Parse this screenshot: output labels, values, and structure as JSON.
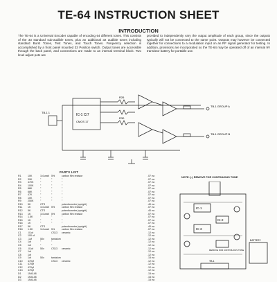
{
  "document": {
    "title": "TE-64 INSTRUCTION SHEET",
    "section": "INTRODUCTION",
    "intro_left": "The TE-64 is a Universal Encoder capable of encoding 64 different tones. This consists of the 33 standard sub-audible tones, plus an additional 32 audible tones including standard Burst Tones, Test Tones, and Touch Tones. Frequency selection is accomplished by a front panel mounted 33 Position switch. Output tones are accessible through the back panel, and connections are made to an internal terminal block. Two level adjust pots are",
    "intro_right": "provided to independently vary the output amplitude of each group, since the outputs typically will not be connected to the same point. Outputs may however be connected together for connections to a modulation input on an RF signal generator for testing. In addition, provisions are incorporated so the TE-64 may be operated off of an internal 9V transistor battery for portable use."
  },
  "schematic": {
    "labels": {
      "ic": "IC-1 C/7",
      "cmos": "CMOS 17",
      "tb_in": "TB-1 1",
      "out1": "TB-1 GROUP A",
      "out2": "TB-1 GROUP B",
      "r26": "R26",
      "r30": "R30"
    },
    "note": "NOTE: (-) REMOVE FOR CONTINUOUS TONE"
  },
  "parts_list": {
    "title": "PARTS LIST",
    "rows": [
      {
        "ref": "R1",
        "val": "10K",
        "rating": "1/4 watt",
        "tol": "5%",
        "type": "carbon film resistor",
        "price": ".07 ea"
      },
      {
        "ref": "R2",
        "val": "39K",
        "rating": "\"",
        "tol": "\"",
        "type": "\"",
        "price": ".07 ea"
      },
      {
        "ref": "R3",
        "val": "470K",
        "rating": "\"",
        "tol": "\"",
        "type": "\"",
        "price": ".07 ea"
      },
      {
        "ref": "R4",
        "val": "100K",
        "rating": "\"",
        "tol": "\"",
        "type": "\"",
        "price": ".07 ea"
      },
      {
        "ref": "R5",
        "val": "68K",
        "rating": "\"",
        "tol": "\"",
        "type": "\"",
        "price": ".07 ea"
      },
      {
        "ref": "R6",
        "val": "68K",
        "rating": "\"",
        "tol": "\"",
        "type": "\"",
        "price": ".07 ea"
      },
      {
        "ref": "R7",
        "val": "47K",
        "rating": "\"",
        "tol": "\"",
        "type": "\"",
        "price": ".07 ea"
      },
      {
        "ref": "R8",
        "val": "10K",
        "rating": "\"",
        "tol": "\"",
        "type": "\"",
        "price": ".07 ea"
      },
      {
        "ref": "R9",
        "val": "250K",
        "rating": "\"",
        "tol": "\"",
        "type": "\"",
        "price": ".07 ea"
      },
      {
        "ref": "R10",
        "val": "5K",
        "rating": "CTS",
        "tol": "",
        "type": "potentiometer (upright)",
        "price": ".40 ea"
      },
      {
        "ref": "R11",
        "val": "1K",
        "rating": "1/4 watt",
        "tol": "5%",
        "type": "carbon film resistor",
        "price": ".07 ea"
      },
      {
        "ref": "R12",
        "val": "5K",
        "rating": "CTS",
        "tol": "",
        "type": "potentiometer (upright)",
        "price": ".40 ea"
      },
      {
        "ref": "R13",
        "val": "1K",
        "rating": "1/4 watt",
        "tol": "5%",
        "type": "carbon film resistor",
        "price": ".07 ea"
      },
      {
        "ref": "R14",
        "val": "1.5K",
        "rating": "\"",
        "tol": "\"",
        "type": "\"",
        "price": ".07 ea"
      },
      {
        "ref": "R15",
        "val": "1K",
        "rating": "\"",
        "tol": "\"",
        "type": "\"",
        "price": ".07 ea"
      },
      {
        "ref": "R16",
        "val": "1K",
        "rating": "\"",
        "tol": "\"",
        "type": "\"",
        "price": ".07 ea"
      },
      {
        "ref": "R17",
        "val": "5K",
        "rating": "CTS",
        "tol": "",
        "type": "potentiometer (upright)",
        "price": ".40 ea"
      },
      {
        "ref": "R18",
        "val": "1.5K",
        "rating": "1/4 watt",
        "tol": "5%",
        "type": "carbon film resistor",
        "price": ".07 ea"
      },
      {
        "ref": "C1",
        "val": ".01uf",
        "rating": "",
        "tol": "CS13",
        "type": "ceramic",
        "price": ".12 ea"
      },
      {
        "ref": "C2",
        "val": "100 uf",
        "rating": "",
        "tol": "",
        "type": "",
        "price": ".12 ea"
      },
      {
        "ref": "C3",
        "val": ".1uf",
        "rating": "50v",
        "tol": "tantalum",
        "type": "",
        "price": ".12 ea"
      },
      {
        "ref": "C4",
        "val": "1uf",
        "rating": "\"",
        "tol": "\"",
        "type": "",
        "price": ".12 ea"
      },
      {
        "ref": "C5",
        "val": "1uf",
        "rating": "\"",
        "tol": "\"",
        "type": "",
        "price": ".12 ea"
      },
      {
        "ref": "C6",
        "val": ".01uf",
        "rating": "50v",
        "tol": "CS13",
        "type": "ceramic",
        "price": ".12 ea"
      },
      {
        "ref": "C7",
        "val": "1uf",
        "rating": "",
        "tol": "",
        "type": "",
        "price": ".12 ea"
      },
      {
        "ref": "C8",
        "val": "1uf",
        "rating": "",
        "tol": "",
        "type": "",
        "price": ".12 ea"
      },
      {
        "ref": "C9",
        "val": "1uf",
        "rating": "50v",
        "tol": "tantalum",
        "type": "",
        "price": ".15 ea"
      },
      {
        "ref": "C10",
        "val": "470pf",
        "rating": "",
        "tol": "CS13",
        "type": "ceramic",
        "price": ".12 ea"
      },
      {
        "ref": "C11",
        "val": "470pf",
        "rating": "",
        "tol": "",
        "type": "",
        "price": ".12 ea"
      },
      {
        "ref": "C12",
        "val": "470pf",
        "rating": "",
        "tol": "",
        "type": "",
        "price": ".12 ea"
      },
      {
        "ref": "C13",
        "val": "470pf",
        "rating": "",
        "tol": "",
        "type": "",
        "price": ".12 ea"
      },
      {
        "ref": "D1",
        "val": "1N4148",
        "rating": "",
        "tol": "",
        "type": "",
        "price": ".15 ea"
      },
      {
        "ref": "D2",
        "val": "1N4148",
        "rating": "",
        "tol": "",
        "type": "",
        "price": ".15 ea"
      },
      {
        "ref": "D3",
        "val": "1N4148",
        "rating": "",
        "tol": "",
        "type": "",
        "price": ".15 ea"
      }
    ]
  },
  "board": {
    "labels": {
      "ic1": "IC-1",
      "ic2": "IC-2",
      "ic3": "IC-3",
      "remote": "REMOVE FOR CONTINUOUS TONE",
      "battery": "BATTERY",
      "tb1": "TB-1"
    }
  }
}
